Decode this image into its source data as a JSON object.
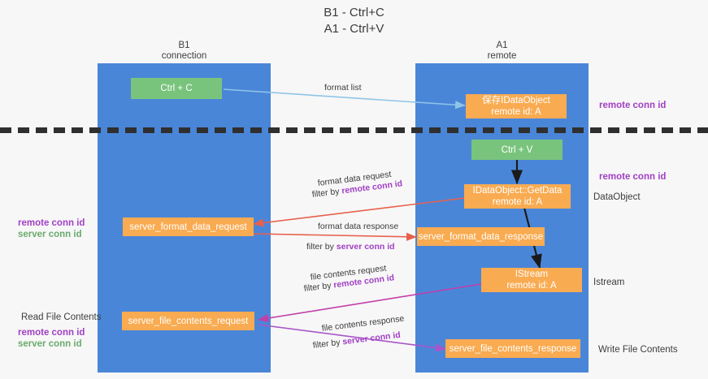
{
  "title": "B1 - Ctrl+C\nA1 - Ctrl+V",
  "columns": {
    "left": "B1\nconnection",
    "right": "A1\nremote"
  },
  "nodes": {
    "ctrl_c": "Ctrl + C",
    "ctrl_v": "Ctrl + V",
    "data_object": "保存IDataObject\nremote id: A",
    "get_data": "IDataObject::GetData\nremote id: A",
    "istream": "IStream\nremote id: A",
    "server_format_data_request": "server_format_data_request",
    "server_format_data_response": "server_format_data_response",
    "server_file_contents_request": "server_file_contents_request",
    "server_file_contents_response": "server_file_contents_response"
  },
  "edges": {
    "format_list": "format list",
    "format_data_request": "format data request",
    "format_data_request_filter_prefix": "filter by ",
    "format_data_request_filter_key": "remote conn id",
    "format_data_response": "format data response",
    "format_data_response_filter_prefix": "filter by ",
    "format_data_response_filter_key": "server conn id",
    "file_contents_request": "file contents request",
    "file_contents_request_filter_prefix": "filter by ",
    "file_contents_request_filter_key": "remote conn id",
    "file_contents_response": "file contents response",
    "file_contents_response_filter_prefix": "filter by ",
    "file_contents_response_filter_key": "server conn id"
  },
  "annotations": {
    "right_remote_conn_id_top": "remote conn id",
    "right_remote_conn_id_mid": "remote conn id",
    "right_data_object": "DataObject",
    "right_istream": "Istream",
    "right_write_file_contents": "Write File Contents",
    "left_remote_conn_id": "remote conn id",
    "left_server_conn_id": "server conn id",
    "left_read_file_contents": "Read File Contents",
    "left_remote_conn_id_2": "remote conn id",
    "left_server_conn_id_2": "server conn id"
  },
  "colors": {
    "lane": "#4a86d8",
    "green_node": "#79c47c",
    "orange_node": "#f9ab51",
    "purple_text": "#a13fc4",
    "green_text": "#6aaa6e",
    "blue_arrow": "#8ec4e8",
    "red_arrow": "#e8604c",
    "magenta_arrow": "#c13fa8",
    "purple_arrow": "#a955c9",
    "black_arrow": "#1a1a1a",
    "divider": "#2f2f2f"
  }
}
